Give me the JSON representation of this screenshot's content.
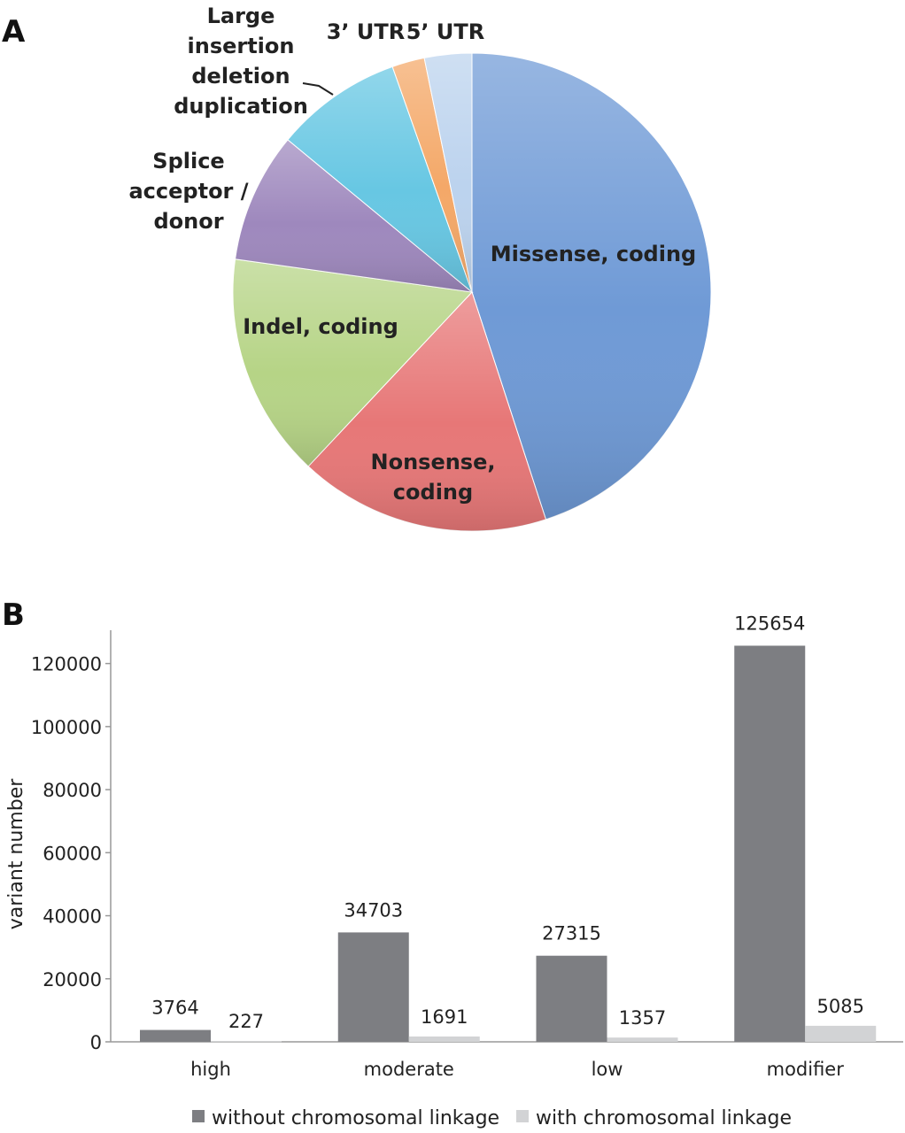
{
  "panel_a_letter": "A",
  "panel_b_letter": "B",
  "chart_data": [
    {
      "type": "pie",
      "slices": [
        {
          "label": "Missense, coding",
          "lines": [
            "Missense, coding"
          ],
          "value": 45.0,
          "color": "#6f9ad6"
        },
        {
          "label": "Nonsense, coding",
          "lines": [
            "Nonsense,",
            "coding"
          ],
          "value": 17.0,
          "color": "#e77777"
        },
        {
          "label": "Indel, coding",
          "lines": [
            "Indel, coding"
          ],
          "value": 15.2,
          "color": "#b6d486"
        },
        {
          "label": "Splice acceptor / donor",
          "lines": [
            "Splice",
            "acceptor /",
            "donor"
          ],
          "value": 8.8,
          "color": "#9e88bd"
        },
        {
          "label": "Large insertion deletion duplication",
          "lines": [
            "Large",
            "insertion",
            "deletion",
            "duplication"
          ],
          "value": 8.6,
          "color": "#67c7e3"
        },
        {
          "label": "3' UTR",
          "lines": [
            "3’ UTR"
          ],
          "value": 2.2,
          "color": "#f4a868"
        },
        {
          "label": "5' UTR",
          "lines": [
            "5’ UTR"
          ],
          "value": 3.2,
          "color": "#bcd3ee"
        }
      ]
    },
    {
      "type": "bar",
      "categories": [
        "high",
        "moderate",
        "low",
        "modifier"
      ],
      "series": [
        {
          "name": "without chromosomal linkage",
          "values": [
            3764,
            34703,
            27315,
            125654
          ],
          "color": "#7d7e82"
        },
        {
          "name": "with chromosomal linkage",
          "values": [
            227,
            1691,
            1357,
            5085
          ],
          "color": "#d2d3d5"
        }
      ],
      "ylabel": "variant number",
      "ylim": [
        0,
        130000
      ],
      "yticks": [
        0,
        20000,
        40000,
        60000,
        80000,
        100000,
        120000
      ],
      "legend_position": "bottom"
    }
  ]
}
